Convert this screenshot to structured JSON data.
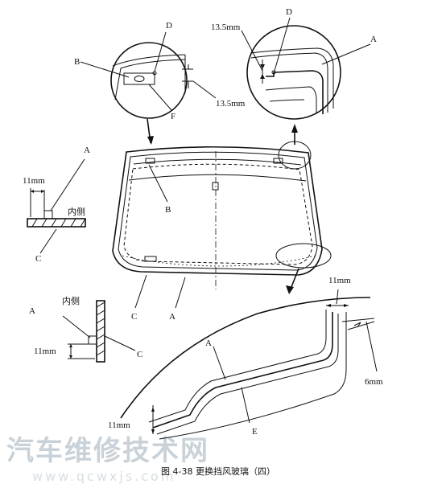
{
  "labels": {
    "A": "A",
    "B": "B",
    "C": "C",
    "D": "D",
    "E": "E",
    "F": "F"
  },
  "dimensions": {
    "d13_5": "13.5mm",
    "d11": "11mm",
    "d6": "6mm"
  },
  "side_text": {
    "inner_side": "内侧"
  },
  "watermark": {
    "title": "汽车维修技术网",
    "url": "www.qcwxjs.com"
  },
  "caption": "图 4-38  更换挡风玻璃（四）"
}
